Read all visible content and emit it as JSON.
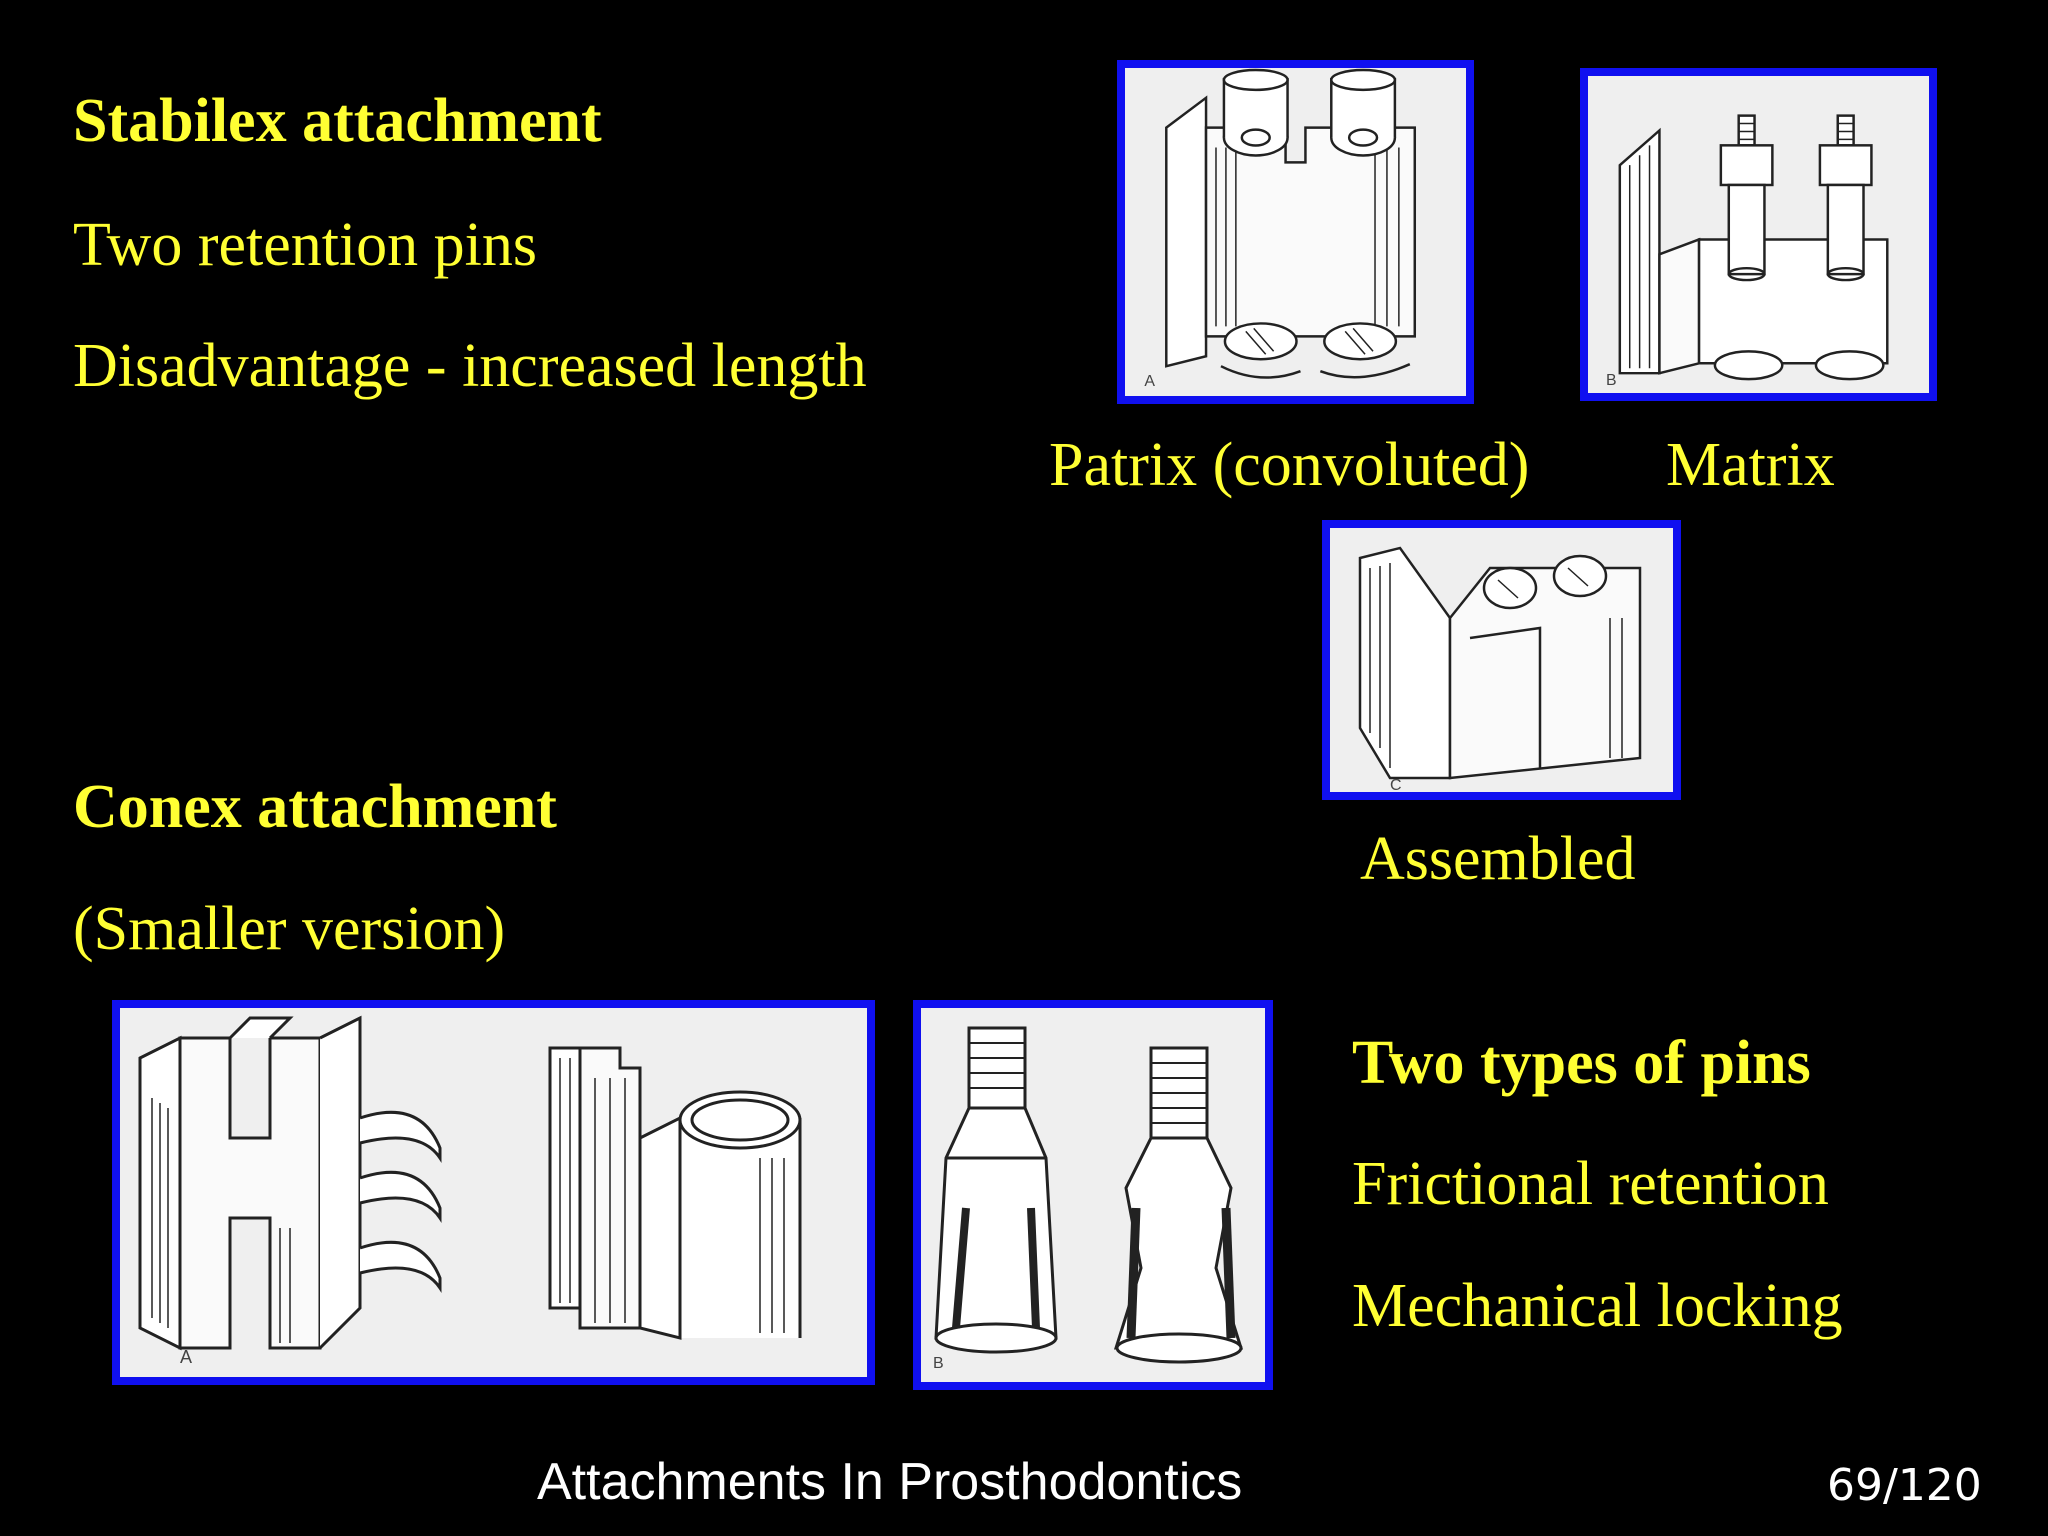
{
  "stabilex": {
    "heading": "Stabilex attachment",
    "line1": "Two retention pins",
    "line2": "Disadvantage - increased length"
  },
  "captions": {
    "patrix": "Patrix (convoluted)",
    "matrix": "Matrix",
    "assembled": "Assembled"
  },
  "conex": {
    "heading": "Conex attachment",
    "line1": "(Smaller version)"
  },
  "pins": {
    "heading": "Two types of pins",
    "line1": "Frictional retention",
    "line2": "Mechanical locking"
  },
  "figure_letters": {
    "a": "A",
    "b": "B",
    "c": "C",
    "conex_a": "A",
    "pins_b": "B"
  },
  "footer": {
    "title": "Attachments In Prosthodontics",
    "page": "69/120"
  },
  "colors": {
    "background": "#000000",
    "text": "#ffff33",
    "frame": "#1010f0"
  }
}
